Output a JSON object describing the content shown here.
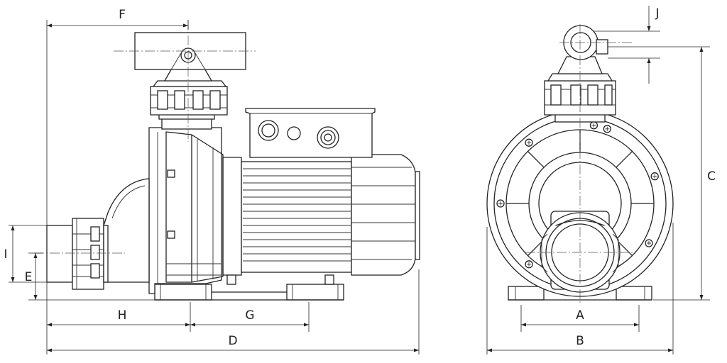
{
  "labels": {
    "A": "A",
    "B": "B",
    "C": "C",
    "D": "D",
    "E": "E",
    "F": "F",
    "G": "G",
    "H": "H",
    "I": "I",
    "J": "J"
  },
  "colors": {
    "line": "#222222",
    "background": "#ffffff"
  }
}
